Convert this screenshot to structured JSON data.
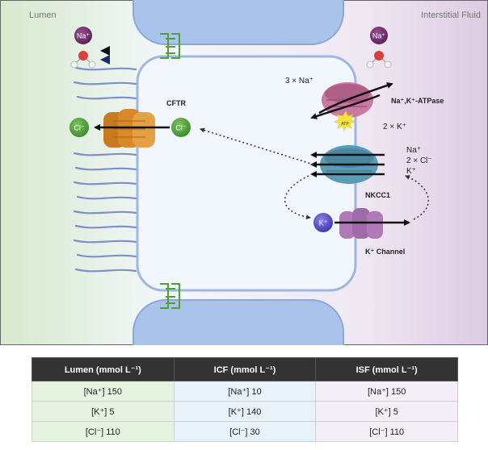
{
  "labels": {
    "lumen": "Lumen",
    "interstitial_fluid": "Interstitial Fluid",
    "na_ion": "Na⁺",
    "cl_ion": "Cl⁻",
    "k_ion": "K⁺",
    "cftr": "CFTR",
    "atpase": "Na⁺,K⁺-ATPase",
    "atpase_in": "3 × Na⁺",
    "atpase_out": "2 × K⁺",
    "atp": "ATP",
    "nkcc1": "NKCC1",
    "nkcc1_na": "Na⁺",
    "nkcc1_cl": "2 × Cl⁻",
    "nkcc1_k": "K⁺",
    "k_channel": "K⁺ Channel"
  },
  "colors": {
    "lumen_bg": "#dcebd3",
    "isf_bg": "#e6d9ea",
    "cell": "#f2f6fd",
    "neighbor_cell": "#a9c3ea",
    "cell_border": "#9fb7df",
    "na_ion": "#6d2a6a",
    "cl_ion": "#4f9f3a",
    "k_ion": "#5a4fc8",
    "cftr": "#d98a26",
    "atpase": "#c97aa0",
    "nkcc1": "#5a9bb6",
    "k_channel": "#b07ab8",
    "tight_junction": "#4f9f3a"
  },
  "table": {
    "headers": [
      "Lumen (mmol L⁻¹)",
      "ICF (mmol L⁻¹)",
      "ISF (mmol L⁻¹)"
    ],
    "rows": [
      [
        "[Na⁺] 150",
        "[Na⁺] 10",
        "[Na⁺] 150"
      ],
      [
        "[K⁺] 5",
        "[K⁺] 140",
        "[K⁺] 5"
      ],
      [
        "[Cl⁻] 110",
        "[Cl⁻] 30",
        "[Cl⁻] 110"
      ]
    ]
  }
}
